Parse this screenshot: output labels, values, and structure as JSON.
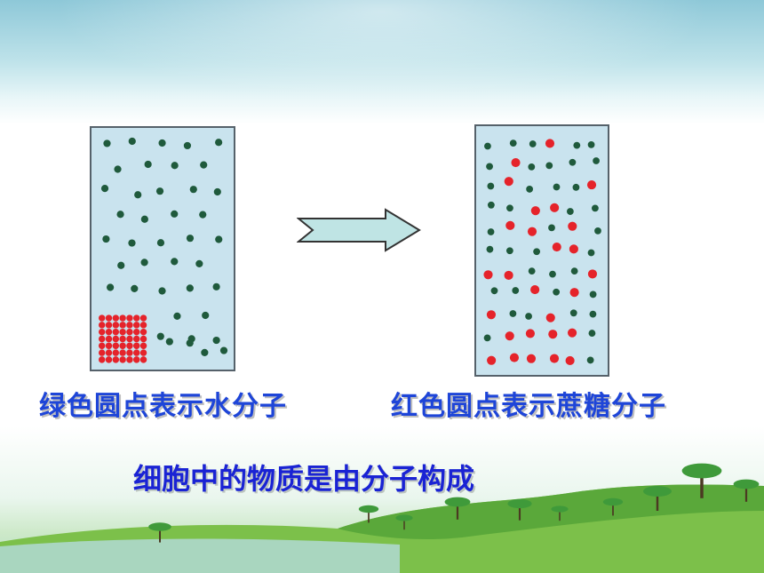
{
  "captions": {
    "left": "绿色圆点表示水分子",
    "right": "红色圆点表示蔗糖分子"
  },
  "statement": "细胞中的物质是由分子构成",
  "colors": {
    "water_molecule": "#1f5a3c",
    "sugar_molecule": "#e5232a",
    "caption_text": "#1e45d8",
    "panel_fill": "#c9e3ee",
    "arrow_fill": "#bfe4e4"
  },
  "icons": {
    "arrow": "right-arrow-icon"
  }
}
